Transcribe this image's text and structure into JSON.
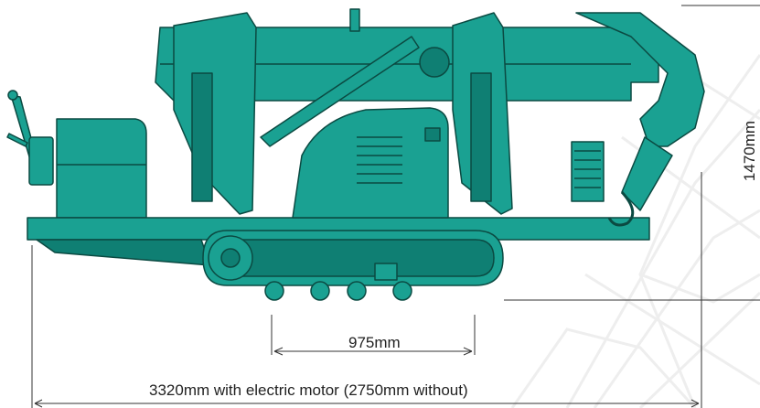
{
  "colors": {
    "machine_body": "#1aa192",
    "machine_dark": "#0f7f73",
    "machine_outline": "#0b4a42",
    "dimension_line": "#333333",
    "background_pattern": "#eeeeee"
  },
  "dimensions": {
    "track_length": "975mm",
    "overall_length": "3320mm with electric motor (2750mm without)",
    "height": "1470mm"
  },
  "icons": {
    "machine": "spider-crane-side-view",
    "arrow": "dimension-arrow"
  }
}
